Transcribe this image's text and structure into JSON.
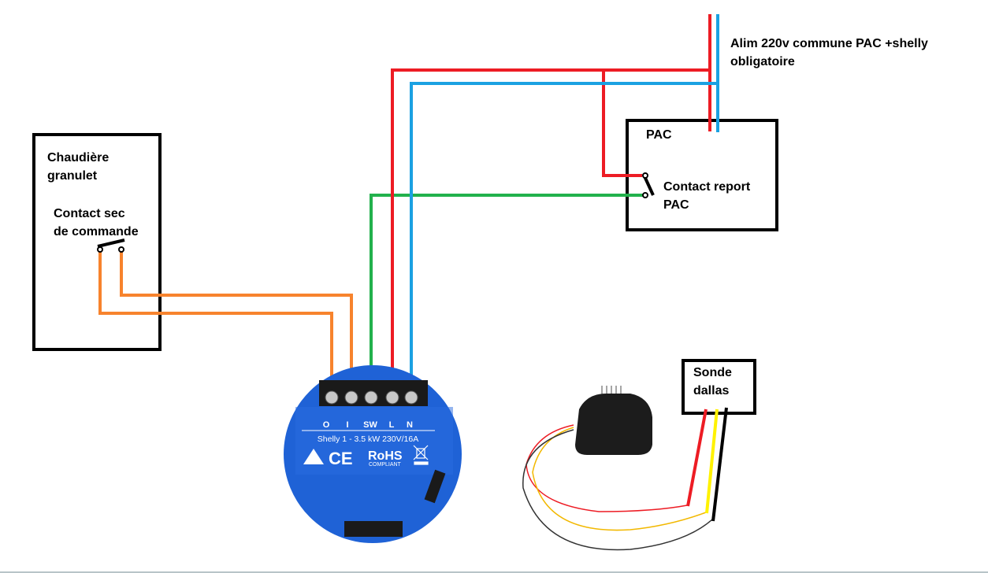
{
  "labels": {
    "power_line1": "Alim 220v commune PAC +shelly",
    "power_line2": "obligatoire",
    "boiler_line1": "Chaudière",
    "boiler_line2": "granulet",
    "boiler_contact_line1": "Contact sec",
    "boiler_contact_line2": "de commande",
    "pac_title": "PAC",
    "pac_contact_line1": "Contact report",
    "pac_contact_line2": "PAC",
    "sensor_line1": "Sonde",
    "sensor_line2": "dallas"
  },
  "shelly": {
    "terminals": [
      "O",
      "I",
      "SW",
      "L",
      "N"
    ],
    "model": "Shelly 1 - 3.5 kW 230V/16A",
    "ce": "CE",
    "rohs": "RoHS",
    "rohs_sub": "COMPLIANT"
  },
  "colors": {
    "orange": "#f7832d",
    "red": "#ed1c24",
    "blue": "#1ba1e2",
    "green": "#22b14c",
    "yellow": "#fff200",
    "shelly_blue": "#1f62d6"
  }
}
